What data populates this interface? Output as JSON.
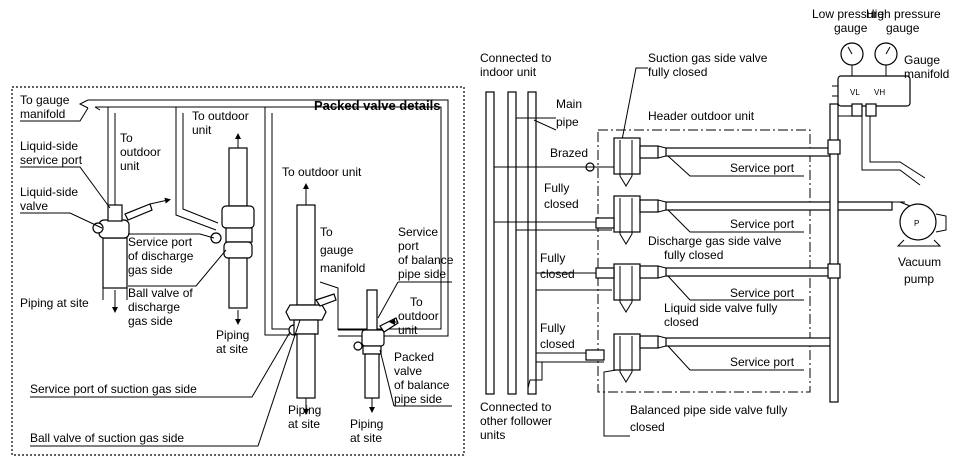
{
  "left_panel": {
    "title": "Packed valve details",
    "to_gauge_manifold_1": "To gauge",
    "to_gauge_manifold_2": "manifold",
    "liquid_service_port_1": "Liquid-side",
    "liquid_service_port_2": "service port",
    "to_outdoor_unit_a_1": "To",
    "to_outdoor_unit_a_2": "outdoor",
    "to_outdoor_unit_a_3": "unit",
    "liquid_valve_1": "Liquid-side",
    "liquid_valve_2": "valve",
    "to_outdoor_unit_b_1": "To outdoor",
    "to_outdoor_unit_b_2": "unit",
    "service_port_discharge_1": "Service port",
    "service_port_discharge_2": "of discharge",
    "service_port_discharge_3": "gas side",
    "ball_valve_discharge_1": "Ball valve of",
    "ball_valve_discharge_2": "discharge",
    "ball_valve_discharge_3": "gas side",
    "piping_at_site_a": "Piping at site",
    "piping_at_site_b_1": "Piping",
    "piping_at_site_b_2": "at site",
    "to_outdoor_unit_c": "To outdoor unit",
    "to_gauge_manifold_c_1": "To",
    "to_gauge_manifold_c_2": "gauge",
    "to_gauge_manifold_c_3": "manifold",
    "service_port_balance_1": "Service",
    "service_port_balance_2": "port",
    "service_port_balance_3": "of balance",
    "service_port_balance_4": "pipe side",
    "to_outdoor_unit_d_1": "To",
    "to_outdoor_unit_d_2": "outdoor",
    "to_outdoor_unit_d_3": "unit",
    "packed_valve_balance_1": "Packed",
    "packed_valve_balance_2": "valve",
    "packed_valve_balance_3": "of balance",
    "packed_valve_balance_4": "pipe side",
    "service_port_suction": "Service port of suction gas side",
    "ball_valve_suction": "Ball valve of suction gas side",
    "piping_at_site_c_1": "Piping",
    "piping_at_site_c_2": "at site",
    "piping_at_site_d_1": "Piping",
    "piping_at_site_d_2": "at site"
  },
  "right_panel": {
    "connected_indoor_1": "Connected to",
    "connected_indoor_2": "indoor unit",
    "main_pipe_1": "Main",
    "main_pipe_2": "pipe",
    "brazed": "Brazed",
    "fully_closed_1a": "Fully",
    "fully_closed_1b": "closed",
    "fully_closed_2a": "Fully",
    "fully_closed_2b": "closed",
    "fully_closed_3a": "Fully",
    "fully_closed_3b": "closed",
    "connected_follower_1": "Connected to",
    "connected_follower_2": "other follower",
    "connected_follower_3": "units",
    "suction_valve_1": "Suction gas side valve",
    "suction_valve_2": "fully closed",
    "header_outdoor_unit": "Header outdoor unit",
    "service_port": "Service port",
    "discharge_valve_1": "Discharge gas side valve",
    "discharge_valve_2": "fully closed",
    "liquid_valve_1": "Liquid side valve fully",
    "liquid_valve_2": "closed",
    "balanced_valve_1": "Balanced pipe side valve fully",
    "balanced_valve_2": "closed",
    "low_pressure_1": "Low pressure",
    "low_pressure_2": "gauge",
    "high_pressure_1": "High pressure",
    "high_pressure_2": "gauge",
    "gauge_manifold_1": "Gauge",
    "gauge_manifold_2": "manifold",
    "vl": "VL",
    "vh": "VH",
    "pump_p": "P",
    "vacuum_pump_1": "Vacuum",
    "vacuum_pump_2": "pump"
  }
}
